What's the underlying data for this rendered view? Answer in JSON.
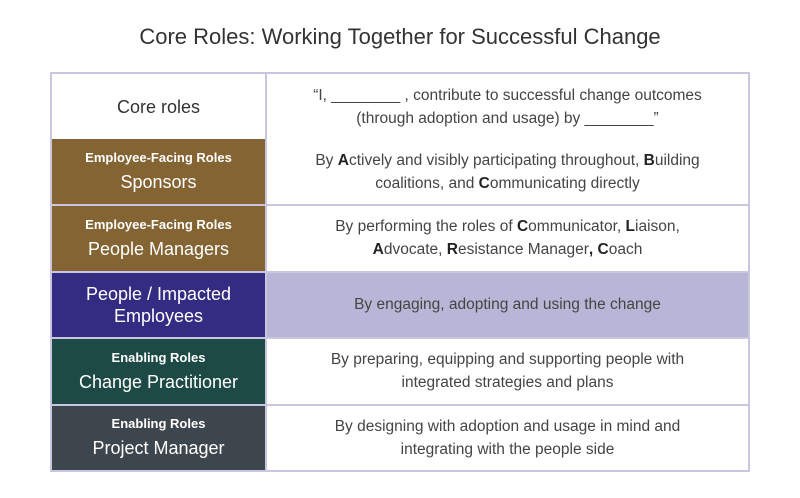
{
  "title": "Core Roles: Working Together for Successful Change",
  "header": {
    "role": "Core roles",
    "desc_line1": "“I, ________ , contribute to successful change outcomes",
    "desc_line2": "(through adoption and usage) by ________”"
  },
  "rows": [
    {
      "category": "Employee-Facing Roles",
      "name": "Sponsors",
      "bg": "#856434",
      "desc_bg": "#ffffff",
      "desc": [
        {
          "t": "By "
        },
        {
          "t": "A",
          "b": true
        },
        {
          "t": "ctively and visibly participating throughout, "
        },
        {
          "t": "B",
          "b": true
        },
        {
          "t": "uilding coalitions, and "
        },
        {
          "t": "C",
          "b": true
        },
        {
          "t": "ommunicating directly"
        }
      ]
    },
    {
      "category": "Employee-Facing Roles",
      "name": "People Managers",
      "bg": "#856434",
      "desc_bg": "#ffffff",
      "desc": [
        {
          "t": "By performing the roles of "
        },
        {
          "t": "C",
          "b": true
        },
        {
          "t": "ommunicator, "
        },
        {
          "t": "L",
          "b": true
        },
        {
          "t": "iaison, "
        },
        {
          "t": "A",
          "b": true
        },
        {
          "t": "dvocate, "
        },
        {
          "t": "R",
          "b": true
        },
        {
          "t": "esistance Manager"
        },
        {
          "t": ", C",
          "b": true
        },
        {
          "t": "oach"
        }
      ]
    },
    {
      "category": "",
      "name": "People / Impacted Employees",
      "bg": "#342c82",
      "desc_bg": "#b8b6d6",
      "desc": [
        {
          "t": "By engaging, adopting and using the change"
        }
      ]
    },
    {
      "category": "Enabling Roles",
      "name": "Change Practitioner",
      "bg": "#1e4a46",
      "desc_bg": "#ffffff",
      "desc": [
        {
          "t": "By preparing, equipping and supporting people with integrated strategies and plans"
        }
      ]
    },
    {
      "category": "Enabling Roles",
      "name": "Project Manager",
      "bg": "#3e464d",
      "desc_bg": "#ffffff",
      "desc": [
        {
          "t": "By designing with adoption and usage in mind and integrating with the people side"
        }
      ]
    }
  ]
}
